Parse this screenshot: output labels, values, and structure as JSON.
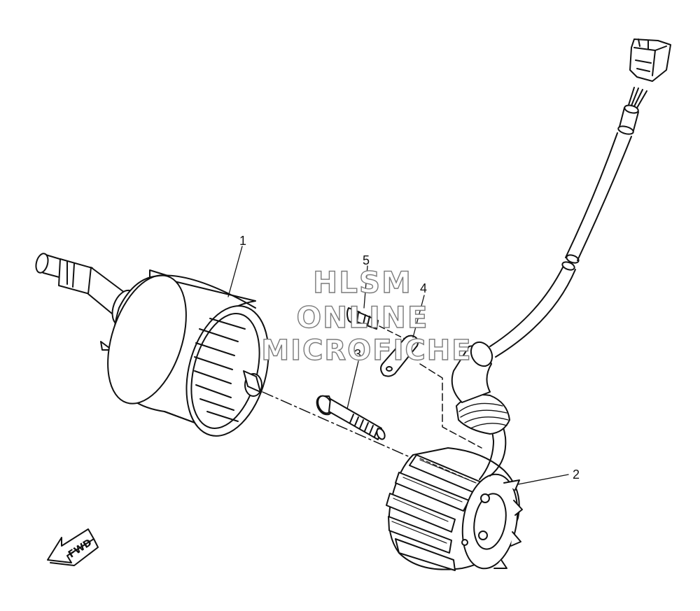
{
  "callouts": [
    {
      "id": "1",
      "label": "1"
    },
    {
      "id": "2",
      "label": "2"
    },
    {
      "id": "3",
      "label": "3"
    },
    {
      "id": "4",
      "label": "4"
    },
    {
      "id": "5",
      "label": "5"
    }
  ],
  "watermark": {
    "line1": "HLSM",
    "line2": "ONLINE",
    "line3": "MICROFICHE"
  },
  "fwd_label": "FWD",
  "colors": {
    "line": "#111111",
    "watermark_outline": "#7a7a7a",
    "background": "#ffffff"
  }
}
